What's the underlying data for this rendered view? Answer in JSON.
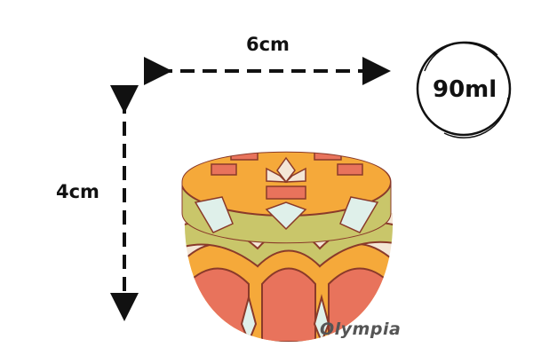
{
  "dimensions": {
    "width_label": "6cm",
    "height_label": "4cm",
    "volume_label": "90ml"
  },
  "watermark": "Olympia",
  "colors": {
    "coral": "#e8735c",
    "orange": "#f5a93a",
    "olive": "#c9c66a",
    "cream": "#f4e6d6",
    "mint": "#dff0ea",
    "outline": "#8a3a2a"
  }
}
